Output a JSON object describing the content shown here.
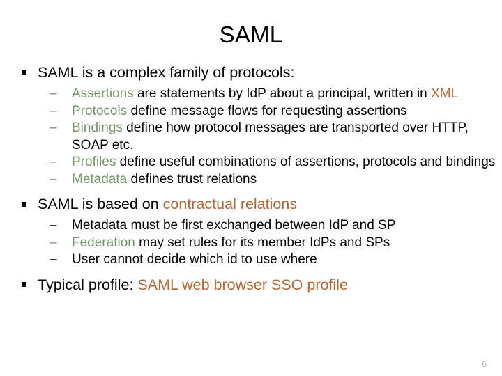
{
  "slide": {
    "title": "SAML",
    "number": "6",
    "colors": {
      "text": "#000000",
      "green_accent": "#77956B",
      "orange_accent": "#BA6530",
      "slide_number": "#AFAFAF",
      "background": "#FFFFFF"
    },
    "bullet_glyphs": {
      "level1": "square-bullet",
      "level2": "en-dash"
    },
    "content": [
      {
        "level": 1,
        "runs": [
          {
            "text": "SAML is a complex family of protocols:",
            "color": "black"
          }
        ]
      },
      {
        "level": 2,
        "marker_color": "green",
        "runs": [
          {
            "text": "Assertions",
            "color": "green"
          },
          {
            "text": " are statements by IdP about a principal, written in ",
            "color": "black"
          },
          {
            "text": "XML",
            "color": "orange"
          }
        ]
      },
      {
        "level": 2,
        "marker_color": "green",
        "runs": [
          {
            "text": "Protocols",
            "color": "green"
          },
          {
            "text": " define message flows for requesting assertions",
            "color": "black"
          }
        ]
      },
      {
        "level": 2,
        "marker_color": "green",
        "runs": [
          {
            "text": "Bindings",
            "color": "green"
          },
          {
            "text": " define how protocol messages are transported over HTTP, SOAP etc.",
            "color": "black"
          }
        ]
      },
      {
        "level": 2,
        "marker_color": "green",
        "runs": [
          {
            "text": "Profiles",
            "color": "green"
          },
          {
            "text": " define useful combinations of assertions, protocols and bindings",
            "color": "black"
          }
        ]
      },
      {
        "level": 2,
        "marker_color": "green",
        "runs": [
          {
            "text": "Metadata",
            "color": "green"
          },
          {
            "text": " defines trust relations",
            "color": "black"
          }
        ]
      },
      {
        "level": 1,
        "runs": [
          {
            "text": "SAML is based on ",
            "color": "black"
          },
          {
            "text": "contractual relations",
            "color": "orange"
          }
        ]
      },
      {
        "level": 2,
        "marker_color": "black",
        "runs": [
          {
            "text": "Metadata must be first exchanged between IdP and SP",
            "color": "black"
          }
        ]
      },
      {
        "level": 2,
        "marker_color": "green",
        "runs": [
          {
            "text": "Federation",
            "color": "green"
          },
          {
            "text": " may set rules for its member IdPs and SPs",
            "color": "black"
          }
        ]
      },
      {
        "level": 2,
        "marker_color": "black",
        "runs": [
          {
            "text": "User cannot decide which id to use where",
            "color": "black"
          }
        ]
      },
      {
        "level": 1,
        "runs": [
          {
            "text": "Typical profile: ",
            "color": "black"
          },
          {
            "text": "SAML web browser SSO profile",
            "color": "orange"
          }
        ]
      }
    ]
  }
}
